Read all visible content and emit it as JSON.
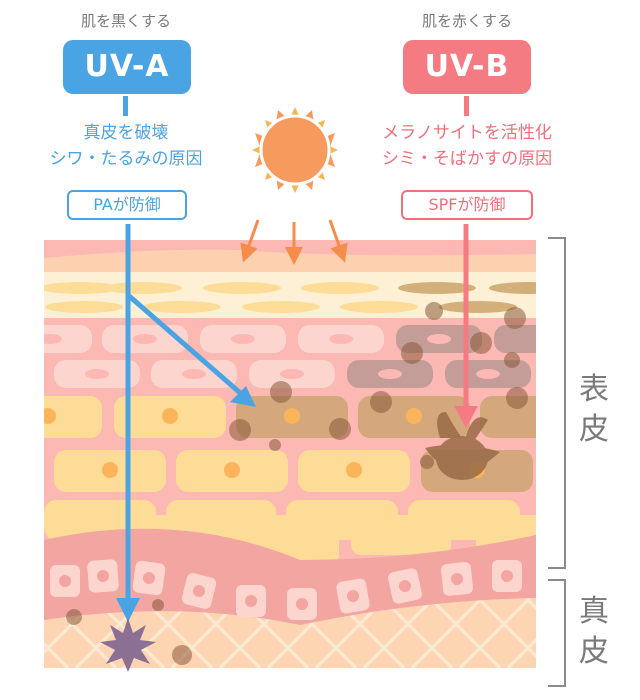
{
  "uva": {
    "caption": "肌を黒くする",
    "label": "UV-A",
    "description_line1": "真皮を破壊",
    "description_line2": "シワ・たるみの原因",
    "protection": "PAが防御",
    "color": "#4aa3e2"
  },
  "uvb": {
    "caption": "肌を赤くする",
    "label": "UV-B",
    "description_line1": "メラノサイトを活性化",
    "description_line2": "シミ・そばかすの原因",
    "protection": "SPFが防御",
    "color": "#f57b83"
  },
  "layers": {
    "epidermis": "表\n皮",
    "epidermis_char1": "表",
    "epidermis_char2": "皮",
    "dermis_char1": "真",
    "dermis_char2": "皮"
  },
  "icons": {
    "sun": "sun-icon",
    "damage": "damage-burst-icon",
    "melanocyte": "melanocyte-icon"
  },
  "colors": {
    "sun": "#f79a5e",
    "sun_rays": "#f8b54e",
    "stratum_corneum": "#fdf0d4",
    "skin_pink": "#fcb8b2",
    "cell_light": "#fdd5cf",
    "cell_yellow": "#fddc98",
    "dermis": "#fdd5b2",
    "pigment": "#a67a4a"
  }
}
